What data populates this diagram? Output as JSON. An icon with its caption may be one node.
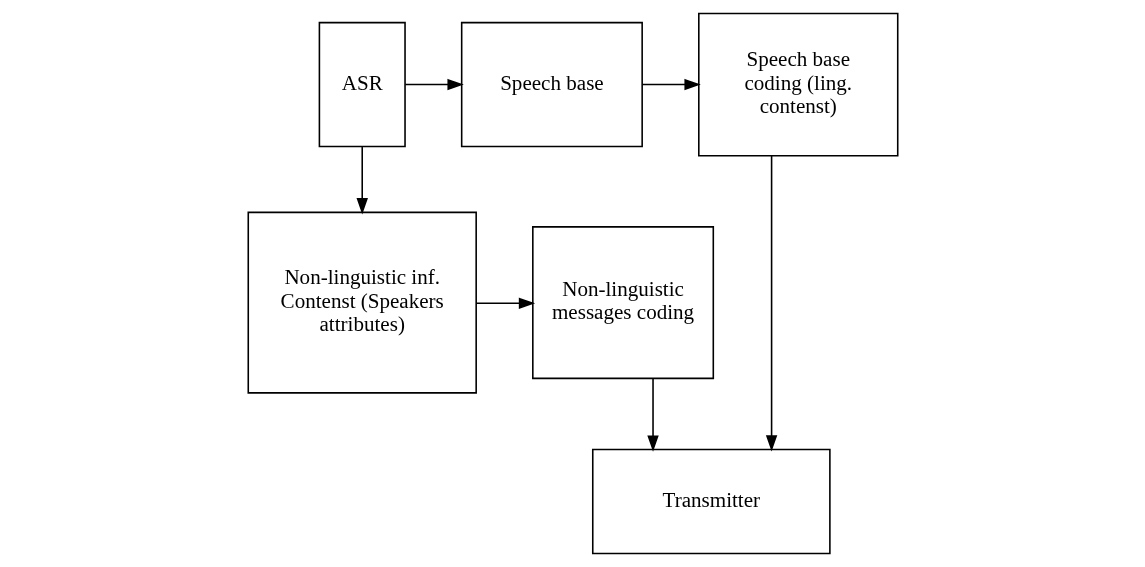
{
  "diagram": {
    "nodes": [
      {
        "text": [
          "ASR"
        ]
      },
      {
        "text": [
          "Speech base"
        ]
      },
      {
        "text": [
          "Speech base coding (ling. contenst)"
        ]
      },
      {
        "text": [
          "Non-linguistic inf. Contenst (Speakers attributes)"
        ]
      },
      {
        "text": [
          "Non-linguistic messages coding"
        ]
      },
      {
        "text": [
          "Transmitter"
        ]
      }
    ],
    "edges": [
      {
        "from": 0,
        "to": 1,
        "arrow": "to"
      },
      {
        "from": 1,
        "to": 2,
        "arrow": "to"
      },
      {
        "from": 0,
        "to": 3,
        "arrow": "to"
      },
      {
        "from": 3,
        "to": 4,
        "arrow": "to"
      },
      {
        "from": 4,
        "to": 5,
        "arrow": "to"
      },
      {
        "from": 2,
        "to": 5,
        "arrow": "to"
      }
    ]
  }
}
